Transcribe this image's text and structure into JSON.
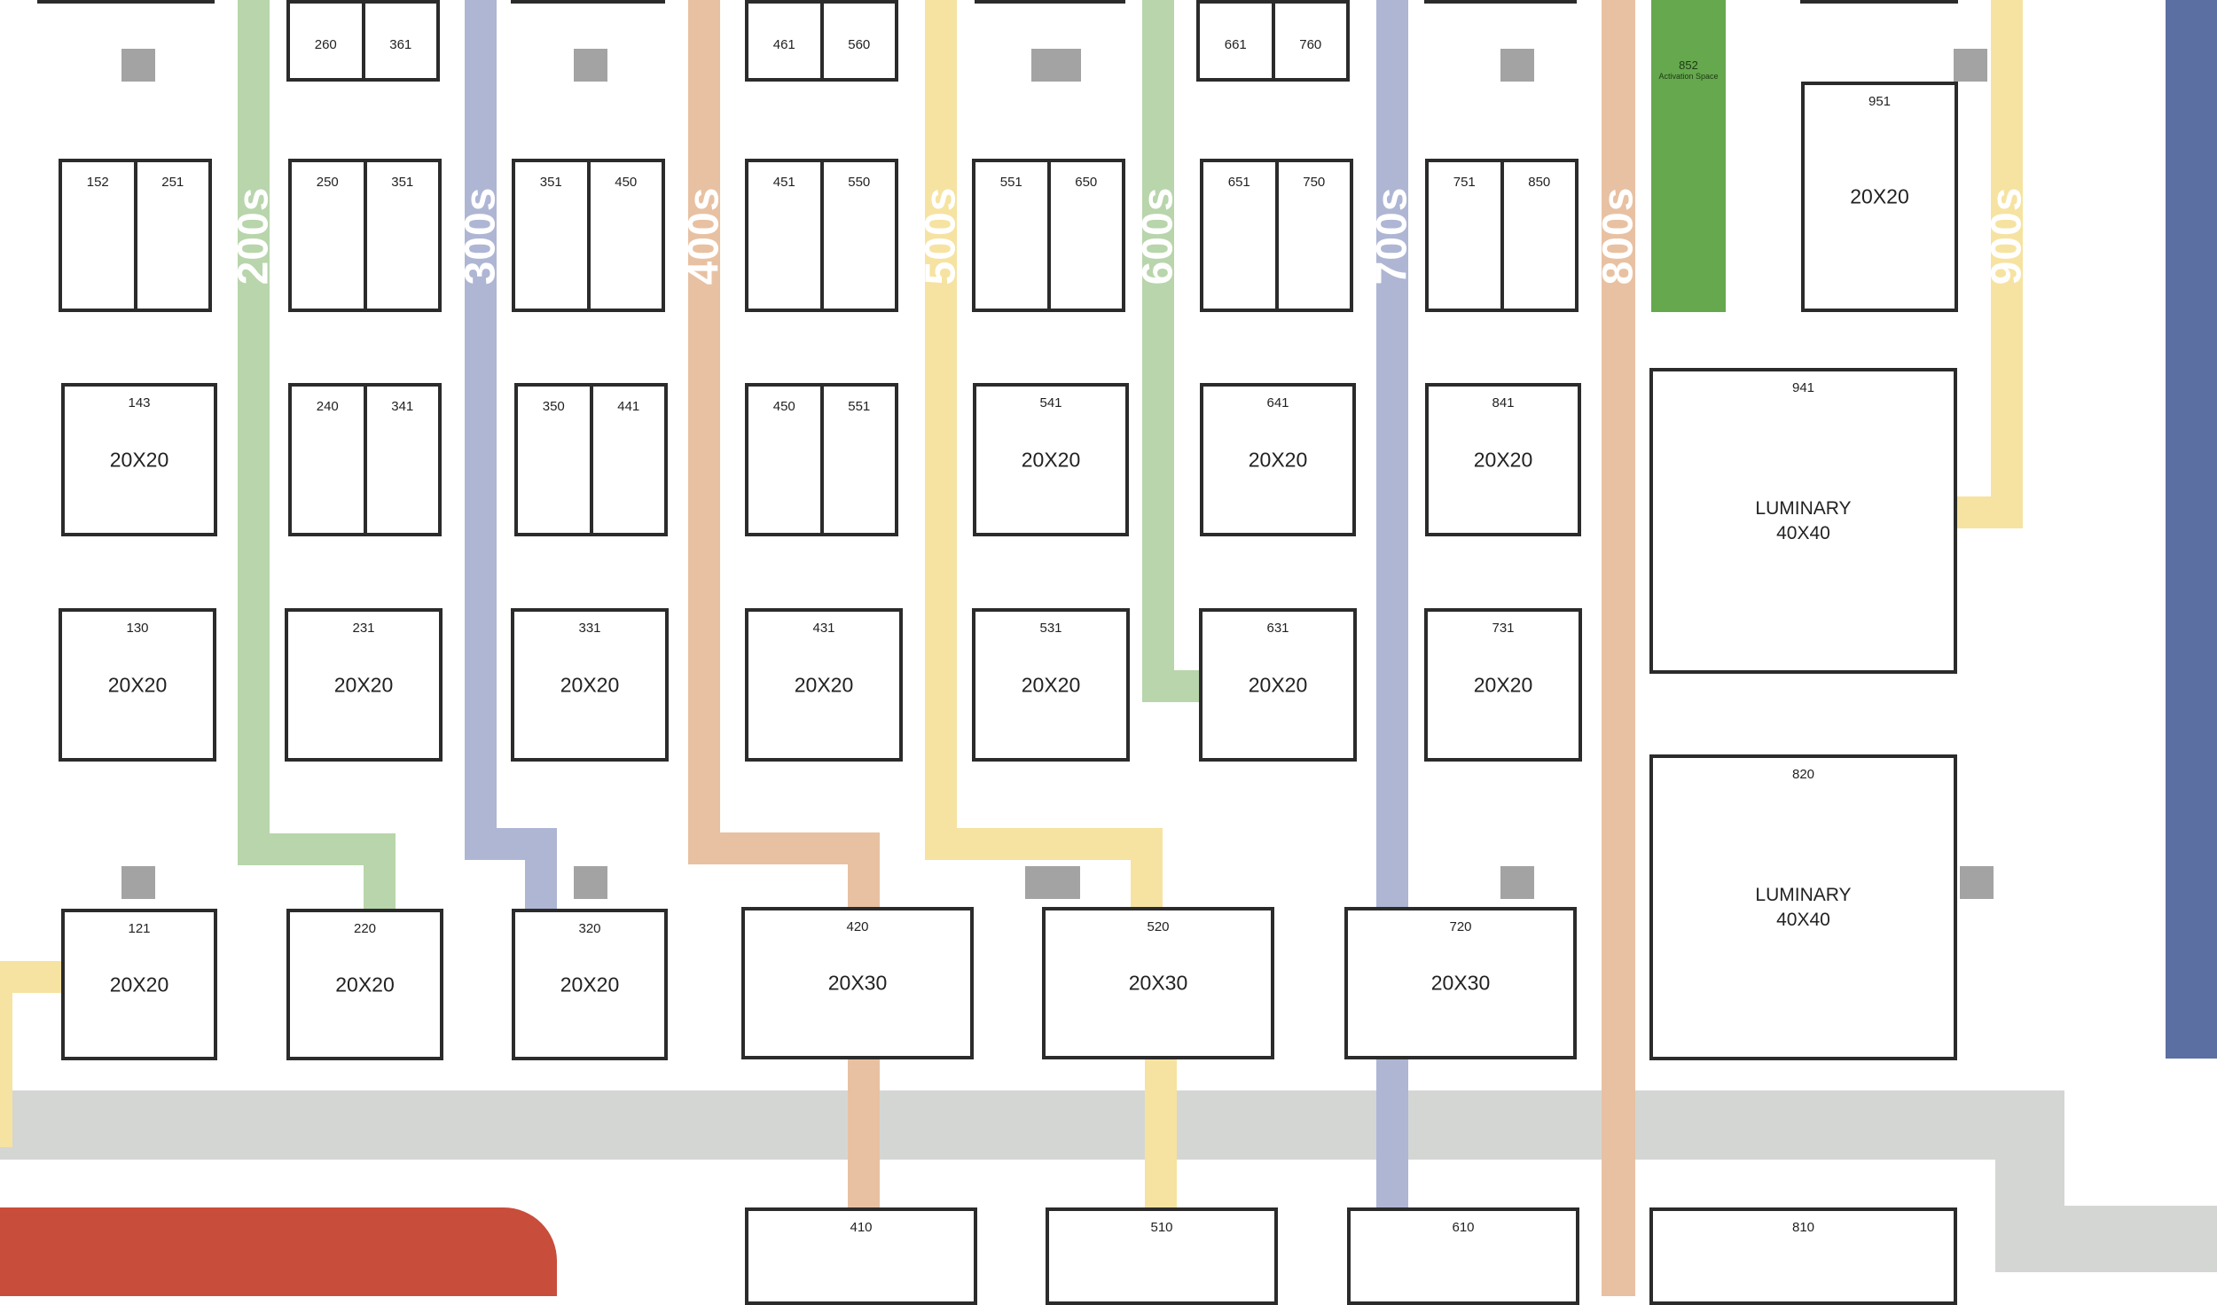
{
  "colors": {
    "green": "#b8d5ab",
    "blue": "#aeb6d4",
    "orange": "#e8c1a2",
    "yellow": "#f6e3a1",
    "gray_path": "#d4d6d3",
    "navy": "#5b6fa3",
    "red": "#c94d3b",
    "activation": "#66a84e",
    "marker": "#a3a3a3"
  },
  "aisles": [
    "200s",
    "300s",
    "400s",
    "500s",
    "600s",
    "700s",
    "800s",
    "900s"
  ],
  "activation": {
    "number": "852",
    "label": "Activation Space"
  },
  "split_booths": [
    [
      "260",
      "361"
    ],
    [
      "461",
      "560"
    ],
    [
      "661",
      "760"
    ],
    [
      "152",
      "251"
    ],
    [
      "250",
      "351"
    ],
    [
      "351",
      "450"
    ],
    [
      "451",
      "550"
    ],
    [
      "551",
      "650"
    ],
    [
      "651",
      "750"
    ],
    [
      "751",
      "850"
    ],
    [
      "240",
      "341"
    ],
    [
      "350",
      "441"
    ],
    [
      "450",
      "551"
    ]
  ],
  "booths": [
    {
      "number": "951",
      "size": "20X20"
    },
    {
      "number": "143",
      "size": "20X20"
    },
    {
      "number": "541",
      "size": "20X20"
    },
    {
      "number": "641",
      "size": "20X20"
    },
    {
      "number": "841",
      "size": "20X20"
    },
    {
      "number": "941",
      "size": "LUMINARY 40X40"
    },
    {
      "number": "130",
      "size": "20X20"
    },
    {
      "number": "231",
      "size": "20X20"
    },
    {
      "number": "331",
      "size": "20X20"
    },
    {
      "number": "431",
      "size": "20X20"
    },
    {
      "number": "531",
      "size": "20X20"
    },
    {
      "number": "631",
      "size": "20X20"
    },
    {
      "number": "731",
      "size": "20X20"
    },
    {
      "number": "820",
      "size": "LUMINARY 40X40"
    },
    {
      "number": "121",
      "size": "20X20"
    },
    {
      "number": "220",
      "size": "20X20"
    },
    {
      "number": "320",
      "size": "20X20"
    },
    {
      "number": "420",
      "size": "20X30"
    },
    {
      "number": "520",
      "size": "20X30"
    },
    {
      "number": "720",
      "size": "20X30"
    },
    {
      "number": "410",
      "size": ""
    },
    {
      "number": "510",
      "size": ""
    },
    {
      "number": "610",
      "size": ""
    },
    {
      "number": "810",
      "size": ""
    }
  ]
}
